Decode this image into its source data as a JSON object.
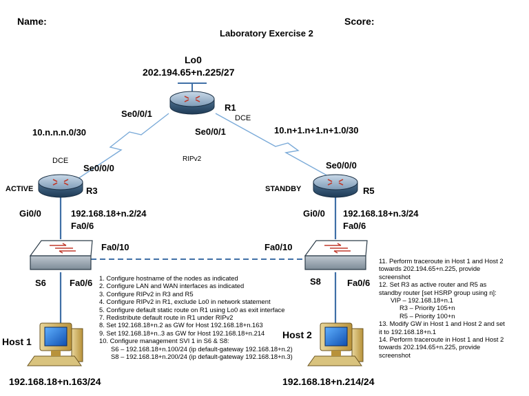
{
  "header": {
    "name_label": "Name:",
    "score_label": "Score:",
    "title": "Laboratory Exercise 2"
  },
  "r1": {
    "name": "R1",
    "loopback_label": "Lo0",
    "loopback_ip": "202.194.65+n.225/27",
    "left_if": "Se0/0/1",
    "right_if": "Se0/0/1",
    "dce": "DCE"
  },
  "links": {
    "left_net": "10.n.n.n.0/30",
    "right_net": "10.n+1.n+1.n+1.0/30",
    "protocol": "RIPv2",
    "left_dce": "DCE"
  },
  "r3": {
    "name": "R3",
    "role": "ACTIVE",
    "serial_if": "Se0/0/0",
    "lan_if": "Gi0/0",
    "lan_ip": "192.168.18+n.2/24"
  },
  "r5": {
    "name": "R5",
    "role": "STANDBY",
    "serial_if": "Se0/0/0",
    "lan_if": "Gi0/0",
    "lan_ip": "192.168.18+n.3/24"
  },
  "s6": {
    "name": "S6",
    "up_if": "Fa0/6",
    "trunk_if": "Fa0/10",
    "down_if": "Fa0/6"
  },
  "s8": {
    "name": "S8",
    "up_if": "Fa0/6",
    "trunk_if": "Fa0/10",
    "down_if": "Fa0/6"
  },
  "host1": {
    "name": "Host 1",
    "ip": "192.168.18+n.163/24"
  },
  "host2": {
    "name": "Host 2",
    "ip": "192.168.18+n.214/24"
  },
  "instructions_left": [
    "1. Configure hostname of the nodes as indicated",
    "2. Configure LAN and WAN interfaces as  indicated",
    "3. Configure RIPv2 in R3 and R5",
    "4. Configure RIPv2 in R1, exclude Lo0 in network statement",
    "5. Configure default static route on R1 using Lo0 as exit interface",
    "7. Redistribute default route in R1 under RIPv2",
    "8. Set 192.168.18+n.2 as GW for Host 192.168.18+n.163",
    "9. Set 192.168.18+n..3 as GW for Host 192.168.18+n.214",
    "10. Configure management SVI 1 in S6 & S8:",
    "S6 – 192.168.18+n.100/24 (ip default-gateway 192.168.18+n.2)",
    "S8 – 192.168.18+n.200/24 (ip default-gateway 192.168.18+n.3)"
  ],
  "instructions_right": [
    "11. Perform traceroute in Host 1 and Host 2",
    "towards 202.194.65+n.225, provide",
    "screenshot",
    "12. Set R3 as active router and R5 as",
    "standby router [set HSRP group using n]:",
    "VIP – 192.168.18+n.1",
    "R3 – Priority 105+n",
    "R5 – Priority 100+n",
    "13. Modify GW in Host 1 and Host 2 and set",
    "it to 192.168.18+n.1",
    "14. Perform traceroute in Host 1 and Host 2",
    "towards 202.194.65+n.225, provide",
    "screenshot"
  ],
  "colors": {
    "router_body": "#3a5a78",
    "router_top": "#8aa9c4",
    "switch_body": "#5d7f96",
    "link_blue": "#3f6fa6",
    "serial_link": "#7aaad8",
    "monitor_gold": "#c9a24a",
    "screen_blue": "#1e6fd0"
  }
}
